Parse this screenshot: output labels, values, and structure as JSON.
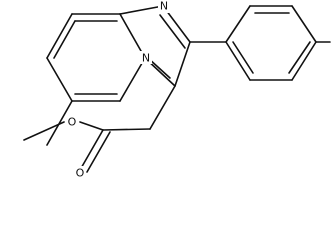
{
  "structure": {
    "atoms": {
      "n_imine": "N",
      "n_bridge": "N",
      "o_ester": "O",
      "o_carbonyl": "O"
    }
  },
  "colors": {
    "bond": "#111111",
    "background": "#ffffff"
  }
}
